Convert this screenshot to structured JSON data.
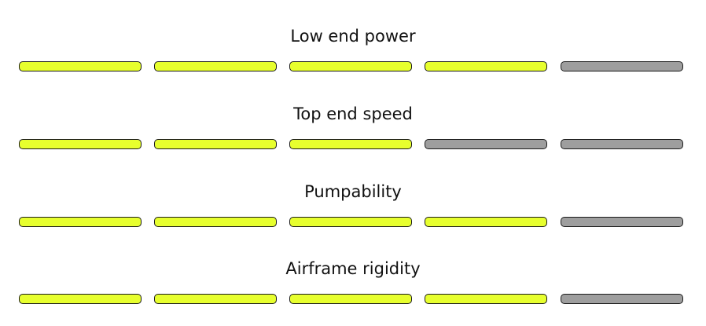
{
  "colors": {
    "filled": "#e7ff2e",
    "empty": "#9e9e9e"
  },
  "ratings": [
    {
      "label": "Low end power",
      "value": 4,
      "max": 5
    },
    {
      "label": "Top end speed",
      "value": 3,
      "max": 5
    },
    {
      "label": "Pumpability",
      "value": 4,
      "max": 5
    },
    {
      "label": "Airframe rigidity",
      "value": 4,
      "max": 5
    }
  ]
}
